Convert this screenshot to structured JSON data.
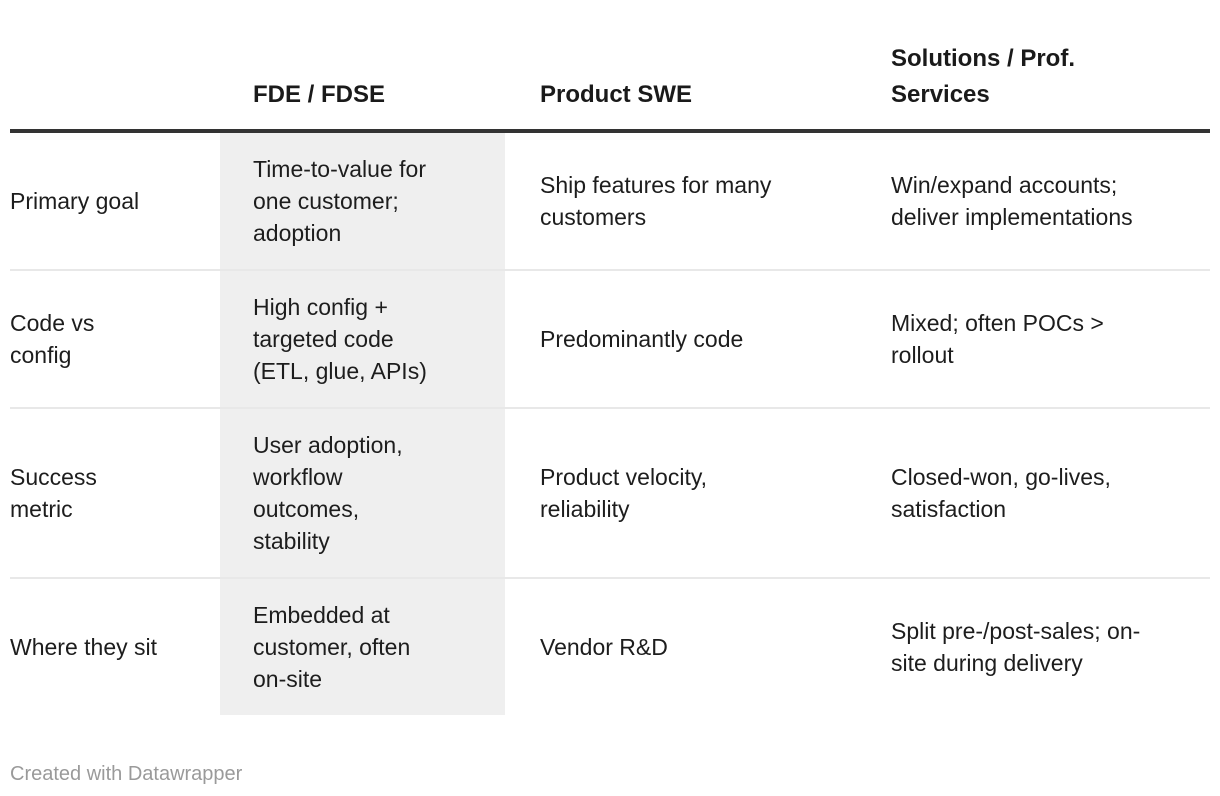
{
  "chart_data": {
    "type": "table",
    "title": "",
    "columns": [
      "",
      "FDE / FDSE",
      "Product SWE",
      "Solutions / Prof.\nServices"
    ],
    "highlighted_column": "FDE / FDSE",
    "rows": [
      {
        "label": "Primary goal",
        "cells": [
          "Time-to-value for\none customer;\nadoption",
          "Ship features for many\ncustomers",
          "Win/expand accounts;\ndeliver implementations"
        ]
      },
      {
        "label": "Code vs\nconfig",
        "cells": [
          "High config +\ntargeted code\n(ETL, glue, APIs)",
          "Predominantly code",
          "Mixed; often POCs >\nrollout"
        ]
      },
      {
        "label": "Success\nmetric",
        "cells": [
          "User adoption,\nworkflow\noutcomes,\nstability",
          "Product velocity,\nreliability",
          "Closed-won, go-lives,\nsatisfaction"
        ]
      },
      {
        "label": "Where they sit",
        "cells": [
          "Embedded at\ncustomer, often\non-site",
          "Vendor R&D",
          "Split pre-/post-sales; on-\nsite during delivery"
        ]
      }
    ],
    "layout_hints": {
      "grid": "horizontal row separators only",
      "header_rule": "thick dark line under header row",
      "highlight": "second column has light gray background"
    }
  },
  "footer": {
    "credit": "Created with Datawrapper"
  },
  "colors": {
    "background": "#ffffff",
    "text": "#1d1d1d",
    "header_text": "#1a1a1a",
    "header_rule": "#333333",
    "row_rule": "#e8e8e8",
    "highlight_column_bg": "#efefef",
    "footer_text": "#9a9a9a"
  }
}
